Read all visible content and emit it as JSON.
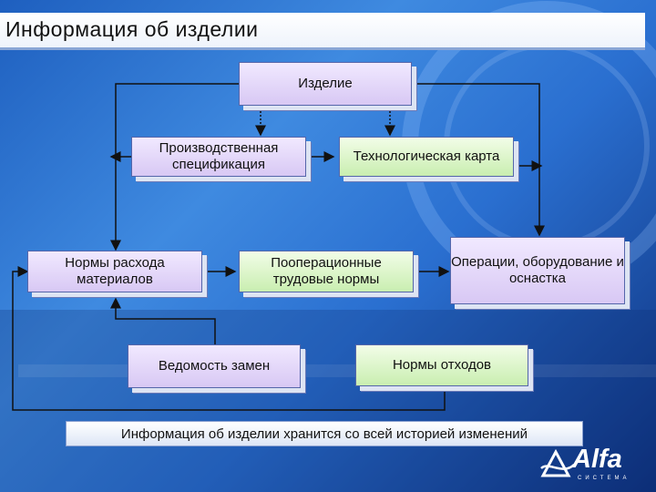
{
  "title": "Информация об изделии",
  "nodes": {
    "product": "Изделие",
    "prod_spec": "Производственная спецификация",
    "tech_card": "Технологическая карта",
    "material_norms": "Нормы расхода материалов",
    "labor_norms": "Пооперационные трудовые нормы",
    "operations": "Операции, оборудование и оснастка",
    "replacements": "Ведомость замен",
    "waste_norms": "Нормы отходов"
  },
  "footer_note": "Информация об изделии хранится со всей историей изменений",
  "logo": {
    "name": "Alfa",
    "subtitle": "СИСТЕМА"
  },
  "colors": {
    "lilac_box": "#d8c8f4",
    "green_box": "#c9eeb0",
    "background": "#2a6fd0",
    "arrow": "#111111"
  },
  "icons": {
    "logo": "triangle-wave-icon"
  }
}
